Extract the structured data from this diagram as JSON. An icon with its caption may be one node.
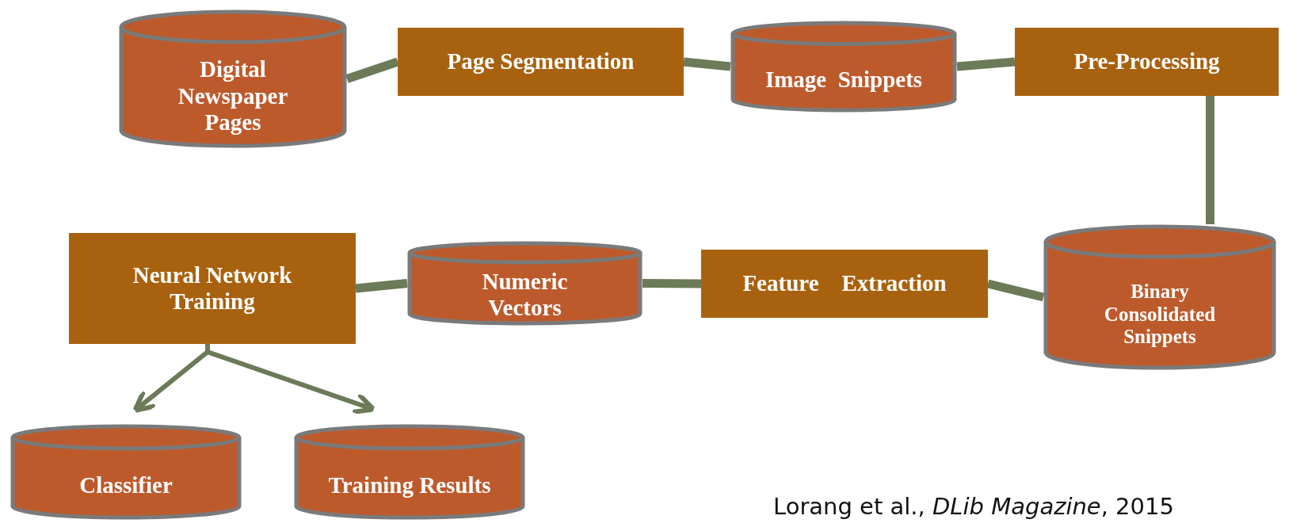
{
  "diagram": {
    "caption": "Lorang et al., *DLib Magazine*, 2015",
    "nodes": [
      {
        "text": [
          "Digital Newspaper Pages"
        ]
      },
      {
        "text": [
          "Page Segmentation"
        ]
      },
      {
        "text": [
          "Image  Snippets"
        ]
      },
      {
        "text": [
          "Pre-Processing"
        ]
      },
      {
        "text": [
          "Binary Consolidated Snippets"
        ]
      },
      {
        "text": [
          "Feature    Extraction"
        ]
      },
      {
        "text": [
          "Numeric Vectors"
        ]
      },
      {
        "text": [
          "Neural Network Training"
        ]
      },
      {
        "text": [
          "Classifier"
        ]
      },
      {
        "text": [
          "Training Results"
        ]
      }
    ],
    "edges": [
      {
        "from": 0,
        "to": 1,
        "arrow": "none"
      },
      {
        "from": 1,
        "to": 2,
        "arrow": "none"
      },
      {
        "from": 2,
        "to": 3,
        "arrow": "none"
      },
      {
        "from": 3,
        "to": 4,
        "arrow": "none"
      },
      {
        "from": 4,
        "to": 5,
        "arrow": "none"
      },
      {
        "from": 5,
        "to": 6,
        "arrow": "none"
      },
      {
        "from": 6,
        "to": 7,
        "arrow": "none"
      },
      {
        "from": 7,
        "to": 8,
        "arrow": "to"
      },
      {
        "from": 7,
        "to": 9,
        "arrow": "to"
      }
    ]
  }
}
